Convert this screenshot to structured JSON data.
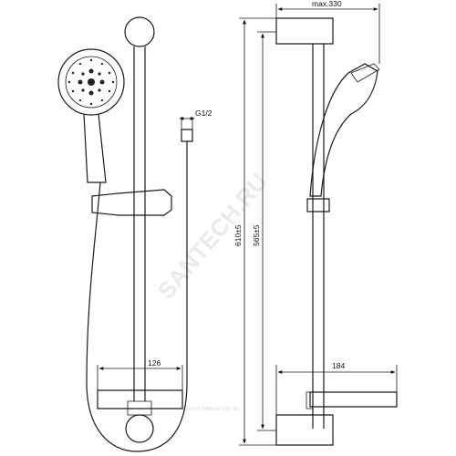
{
  "drawing": {
    "dimensions": {
      "max_width": "max.330",
      "height_total": "610±5",
      "height_rail": "565±5",
      "connection": "G1/2",
      "front_width": "126",
      "side_width": "184"
    },
    "watermark": {
      "main": "SANTECH.RU",
      "small": "SANTEXNIKAPORTAL"
    }
  }
}
